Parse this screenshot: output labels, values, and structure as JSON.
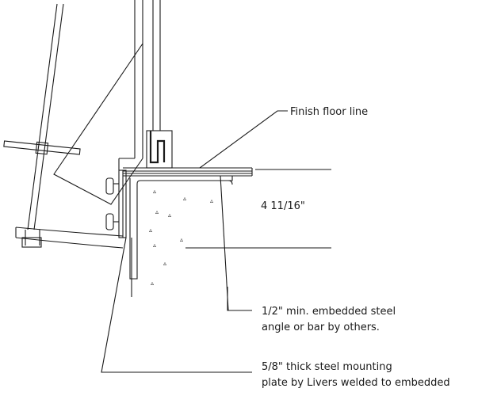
{
  "annotations": {
    "finish_floor": "Finish floor line",
    "dimension": "4 11/16\"",
    "embedded_angle_line1": "1/2\" min. embedded steel",
    "embedded_angle_line2": "angle or bar by others.",
    "mounting_plate_line1": "5/8\" thick steel mounting",
    "mounting_plate_line2": "plate by Livers welded to embedded"
  },
  "aggregate_symbol": "▵"
}
